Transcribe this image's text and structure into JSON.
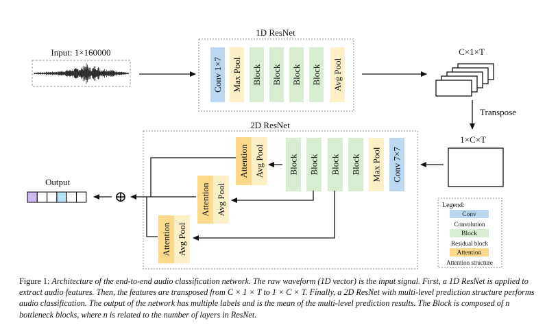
{
  "input_label": "Input: 1×160000",
  "resnet1d": {
    "title": "1D ResNet",
    "blocks": [
      {
        "label": "Conv 1×7",
        "kind": "conv"
      },
      {
        "label": "Max Pool",
        "kind": "pool"
      },
      {
        "label": "Block",
        "kind": "block"
      },
      {
        "label": "Block",
        "kind": "block"
      },
      {
        "label": "Block",
        "kind": "block"
      },
      {
        "label": "Block",
        "kind": "block"
      },
      {
        "label": "Avg Pool",
        "kind": "pool"
      }
    ]
  },
  "feature_label": "C×1×T",
  "transpose_label": "Transpose",
  "transposed_label": "1×C×T",
  "resnet2d": {
    "title": "2D ResNet",
    "blocks": [
      {
        "label": "Block",
        "kind": "block"
      },
      {
        "label": "Block",
        "kind": "block"
      },
      {
        "label": "Block",
        "kind": "block"
      },
      {
        "label": "Block",
        "kind": "block"
      },
      {
        "label": "Max Pool",
        "kind": "pool"
      },
      {
        "label": "Conv 7×7",
        "kind": "conv"
      }
    ],
    "heads": [
      {
        "top": "Attention",
        "bottom": "Avg Pool"
      },
      {
        "top": "Attention",
        "bottom": "Avg Pool"
      },
      {
        "top": "Attention",
        "bottom": "Avg Pool"
      }
    ]
  },
  "sum_symbol": "⊕",
  "output_label": "Output",
  "output_cells": [
    {
      "color": "#cdb8f2"
    },
    {
      "color": "#ffffff"
    },
    {
      "color": "#ffffff"
    },
    {
      "color": "#b7e4f4"
    },
    {
      "color": "#ffffff"
    },
    {
      "color": "#ffffff"
    }
  ],
  "legend": {
    "title": "Legend:",
    "items": [
      {
        "swatch": "Conv",
        "desc": "Convolution",
        "kind": "conv"
      },
      {
        "swatch": "Block",
        "desc": "Residual block",
        "kind": "block"
      },
      {
        "swatch": "Attention",
        "desc": "Attention  structure",
        "kind": "attn"
      }
    ]
  },
  "colors": {
    "conv": "#bcd7f1",
    "pool": "#fdf0c7",
    "block": "#d7ecd0",
    "attn": "#fdd98b",
    "line": "#111111",
    "dashed": "#888888"
  },
  "caption": {
    "lead": "Figure 1:",
    "body": "Architecture of the end-to-end audio classification network. The raw waveform (1D vector) is the input signal. First, a 1D ResNet is applied to extract audio features. Then, the features are transposed from C × 1 × T to 1 × C × T. Finally, a 2D ResNet with multi-level prediction structure performs audio classification. The output of the network has multiple labels and is the mean of the multi-level prediction results. The Block is composed of n bottleneck blocks, where n is related to the number of layers in ResNet."
  }
}
